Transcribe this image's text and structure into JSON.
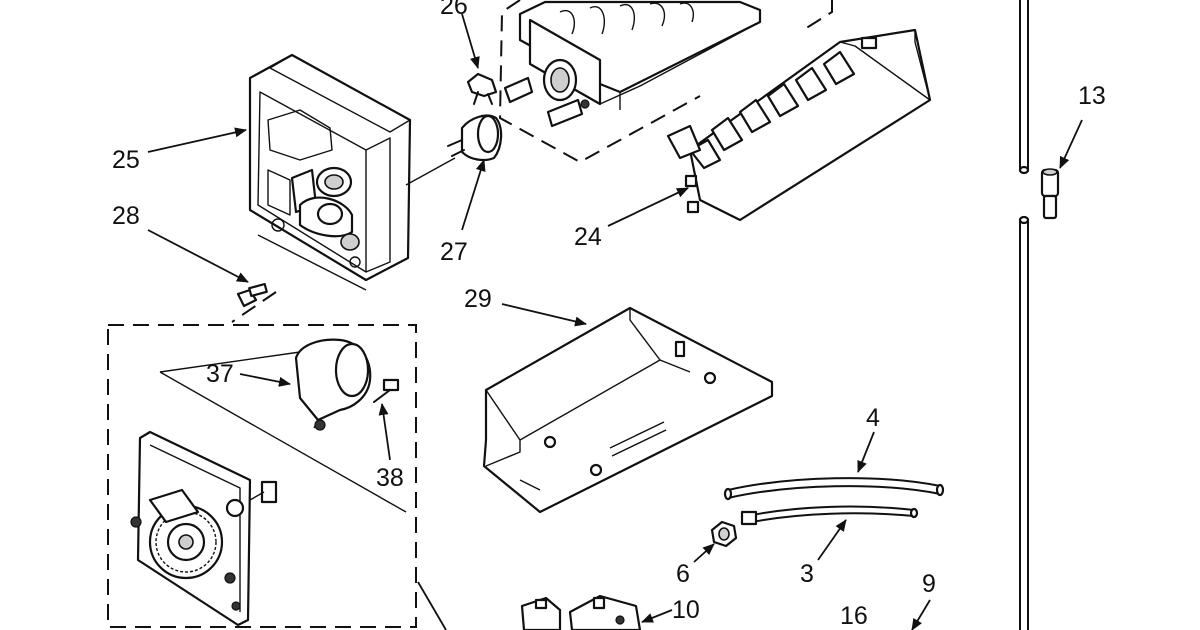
{
  "callouts": {
    "c26": "26",
    "c25": "25",
    "c28": "28",
    "c27": "27",
    "c24": "24",
    "c29": "29",
    "c37": "37",
    "c38": "38",
    "c13": "13",
    "c4": "4",
    "c6": "6",
    "c3": "3",
    "c9": "9",
    "c16": "16",
    "c10": "10"
  }
}
